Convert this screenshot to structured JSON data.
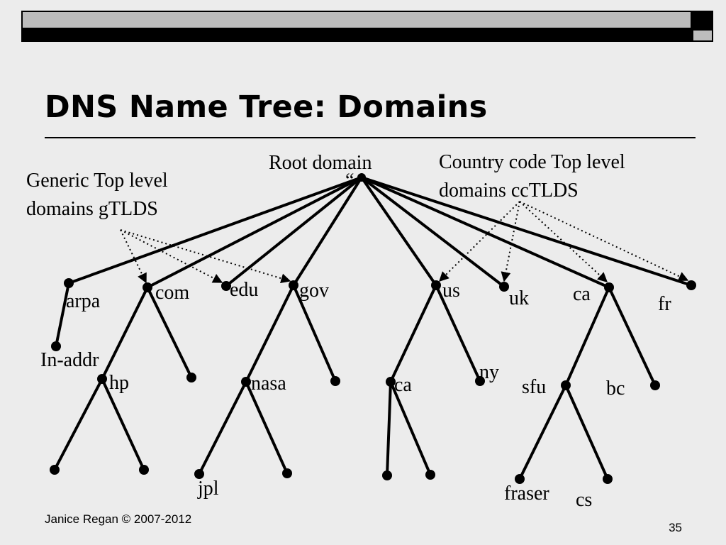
{
  "slide": {
    "title": "DNS Name Tree: Domains",
    "footer": "Janice Regan © 2007-2012",
    "page_number": "35"
  },
  "annotations": {
    "root": "Root domain",
    "root_symbol": "“",
    "generic": [
      "Generic Top level",
      "domains gTLDS"
    ],
    "country": [
      "Country code Top level",
      "domains ccTLDS"
    ]
  },
  "labels": {
    "arpa": "arpa",
    "com": "com",
    "edu": "edu",
    "gov": "gov",
    "us": "us",
    "uk": "uk",
    "ca": "ca",
    "fr": "fr",
    "in_addr": "In-addr",
    "hp": "hp",
    "nasa": "nasa",
    "us_ca": "ca",
    "ny": "ny",
    "sfu": "sfu",
    "bc": "bc",
    "jpl": "jpl",
    "fraser": "fraser",
    "cs": "cs"
  }
}
